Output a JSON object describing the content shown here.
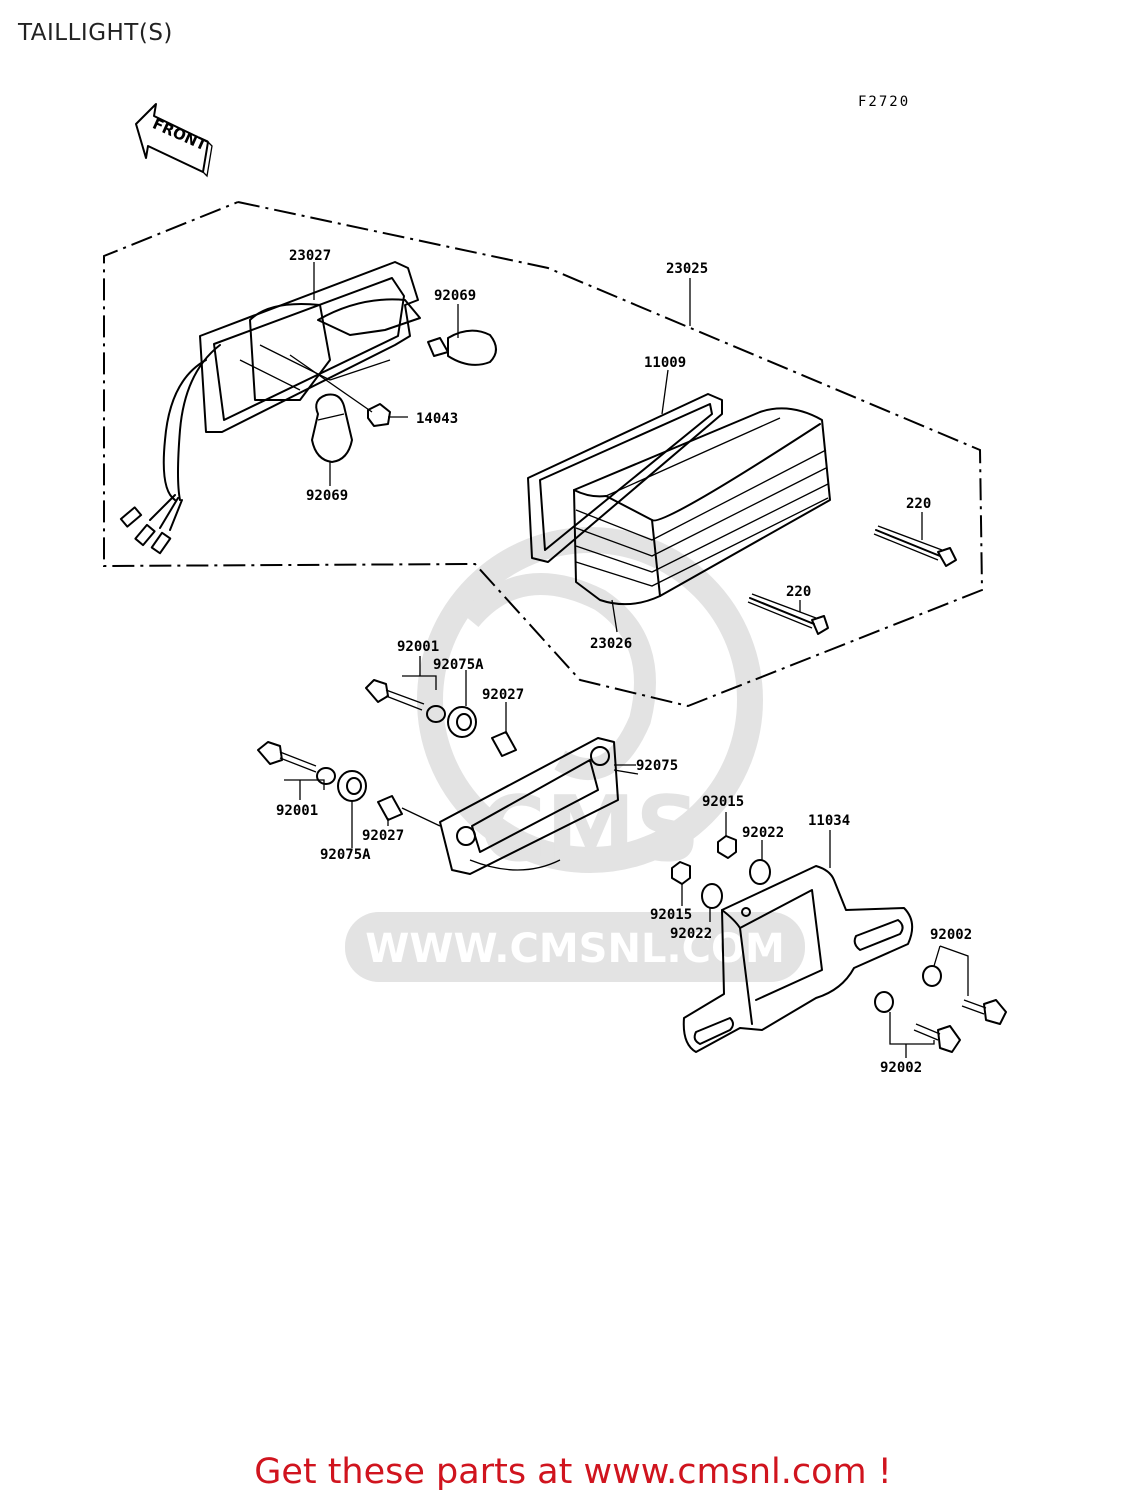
{
  "page_title": "TAILLIGHT(S)",
  "figure_code": "F2720",
  "front_arrow_label": "FRONT",
  "watermark_text": "WWW.CMSNL.COM",
  "watermark_logo_text": "CMS",
  "call_to_action": "Get these parts at www.cmsnl.com !",
  "colors": {
    "cta": "#d0141e",
    "watermark": "#e3e3e3",
    "lines": "#000000"
  },
  "part_labels": {
    "lamp_housing": "23027",
    "bulb_upper": "92069",
    "bulb_lower": "92069",
    "socket_cap": "14043",
    "taillight_assy": "23025",
    "gasket": "11009",
    "lens": "23026",
    "screw_upper": "220",
    "screw_lower": "220",
    "bolt_set_upper": "92001",
    "grommet_upper": "92075A",
    "collar_upper": "92027",
    "base_gasket": "92075",
    "bolt_set_lower": "92001",
    "collar_lower": "92027",
    "grommet_lower": "92075A",
    "nut_upper": "92015",
    "washer_upper": "92022",
    "bracket": "11034",
    "nut_lower": "92015",
    "washer_lower": "92022",
    "bolt_bracket_upper": "92002",
    "bolt_bracket_lower": "92002"
  }
}
